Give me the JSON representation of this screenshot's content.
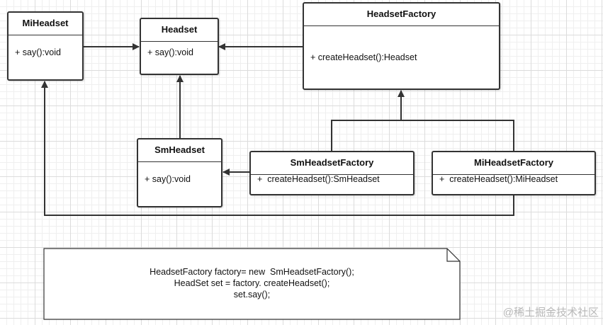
{
  "classes": {
    "mi_headset": {
      "name": "MiHeadset",
      "method": "+ say():void"
    },
    "headset": {
      "name": "Headset",
      "method": "+ say():void"
    },
    "headset_factory": {
      "name": "HeadsetFactory",
      "method": "+ createHeadset():Headset"
    },
    "sm_headset": {
      "name": "SmHeadset",
      "method": "+ say():void"
    },
    "sm_headset_factory": {
      "name": "SmHeadsetFactory",
      "method": "+  createHeadset():SmHeadset"
    },
    "mi_headset_factory": {
      "name": "MiHeadsetFactory",
      "method": "+  createHeadset():MiHeadset"
    }
  },
  "note": {
    "lines": [
      "HeadsetFactory factory= new  SmHeadsetFactory();",
      "HeadSet set = factory. createHeadset();",
      "set.say();"
    ]
  },
  "watermark": "@稀土掘金技术社区",
  "colors": {
    "line": "#333333",
    "grid_major": "#dcdcdc",
    "grid_minor": "#efefef"
  }
}
